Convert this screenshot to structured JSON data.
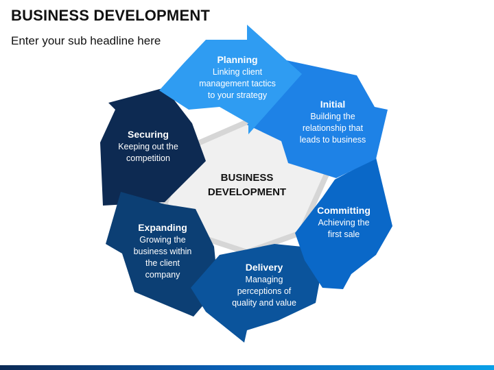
{
  "title": "BUSINESS DEVELOPMENT",
  "subtitle": "Enter your sub headline here",
  "center": {
    "line1": "BUSINESS",
    "line2": "DEVELOPMENT"
  },
  "stages": [
    {
      "key": "planning",
      "heading": "Planning",
      "lines": [
        "Linking client",
        "management tactics",
        "to your strategy"
      ],
      "color": "#2f9cf2"
    },
    {
      "key": "initial",
      "heading": "Initial",
      "lines": [
        "Building the",
        "relationship that",
        "leads to business"
      ],
      "color": "#1e82e6"
    },
    {
      "key": "committing",
      "heading": "Committing",
      "lines": [
        "Achieving the",
        "first sale"
      ],
      "color": "#0a68c8"
    },
    {
      "key": "delivery",
      "heading": "Delivery",
      "lines": [
        "Managing",
        "perceptions of",
        "quality and value"
      ],
      "color": "#0b549c"
    },
    {
      "key": "expanding",
      "heading": "Expanding",
      "lines": [
        "Growing the",
        "business within",
        "the client",
        "company"
      ],
      "color": "#0c3f74"
    },
    {
      "key": "securing",
      "heading": "Securing",
      "lines": [
        "Keeping out the",
        "competition"
      ],
      "color": "#0d2a52"
    }
  ],
  "colors": {
    "center_fill": "#f0f0f0",
    "shadow": "#d6d6d6",
    "footer_start": "#0b2a55",
    "footer_end": "#0aa0e8"
  }
}
